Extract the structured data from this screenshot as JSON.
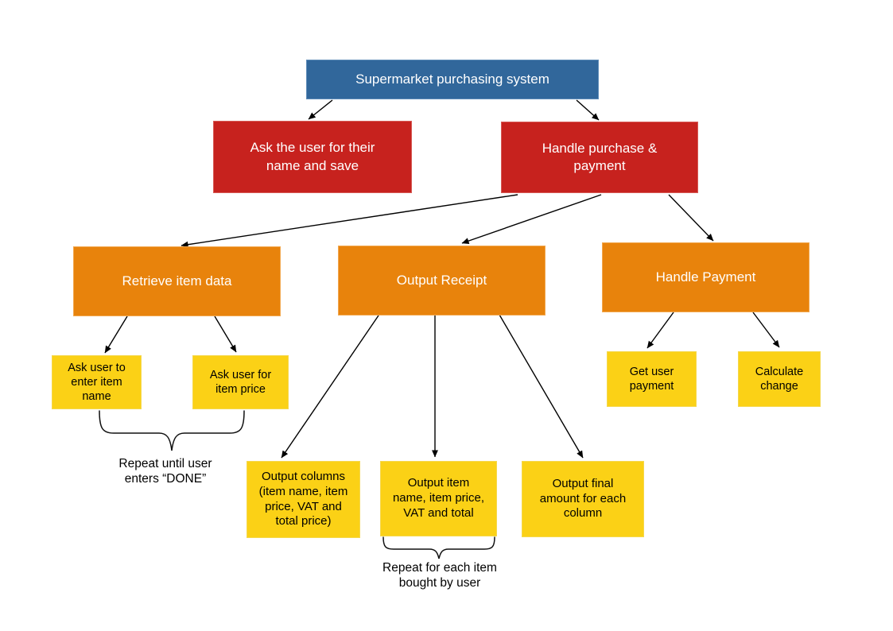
{
  "diagram": {
    "type": "hierarchy-flowchart",
    "title": "Supermarket purchasing system"
  },
  "colors": {
    "background": "#FFFFFF",
    "level1_fill": "#31679B",
    "level2_fill": "#C7221E",
    "level3_fill": "#E8830C",
    "level4_fill": "#FBD116",
    "text_on_dark": "#FFFFFF",
    "text_on_yellow": "#000000",
    "connector": "#000000"
  },
  "nodes": {
    "root": {
      "label": "Supermarket purchasing system",
      "fill": "#31679B"
    },
    "ask_name": {
      "label": "Ask the user for their name and save",
      "fill": "#C7221E"
    },
    "handle_purchase": {
      "label": "Handle purchase & payment",
      "fill": "#C7221E"
    },
    "retrieve": {
      "label": "Retrieve item data",
      "fill": "#E8830C"
    },
    "receipt": {
      "label": "Output Receipt",
      "fill": "#E8830C"
    },
    "payment": {
      "label": "Handle Payment",
      "fill": "#E8830C"
    },
    "ask_item_name": {
      "label": "Ask user to enter item name",
      "fill": "#FBD116"
    },
    "ask_item_price": {
      "label": "Ask user for item price",
      "fill": "#FBD116"
    },
    "out_columns": {
      "label": "Output columns (item name, item price, VAT and total price)",
      "fill": "#FBD116"
    },
    "out_item": {
      "label": "Output item name, item price, VAT and total",
      "fill": "#FBD116"
    },
    "out_final": {
      "label": "Output final amount for each column",
      "fill": "#FBD116"
    },
    "get_payment": {
      "label": "Get user payment",
      "fill": "#FBD116"
    },
    "calc_change": {
      "label": "Calculate change",
      "fill": "#FBD116"
    }
  },
  "annotations": {
    "repeat_done": "Repeat until user enters “DONE”",
    "repeat_items": "Repeat for each item bought by user"
  }
}
